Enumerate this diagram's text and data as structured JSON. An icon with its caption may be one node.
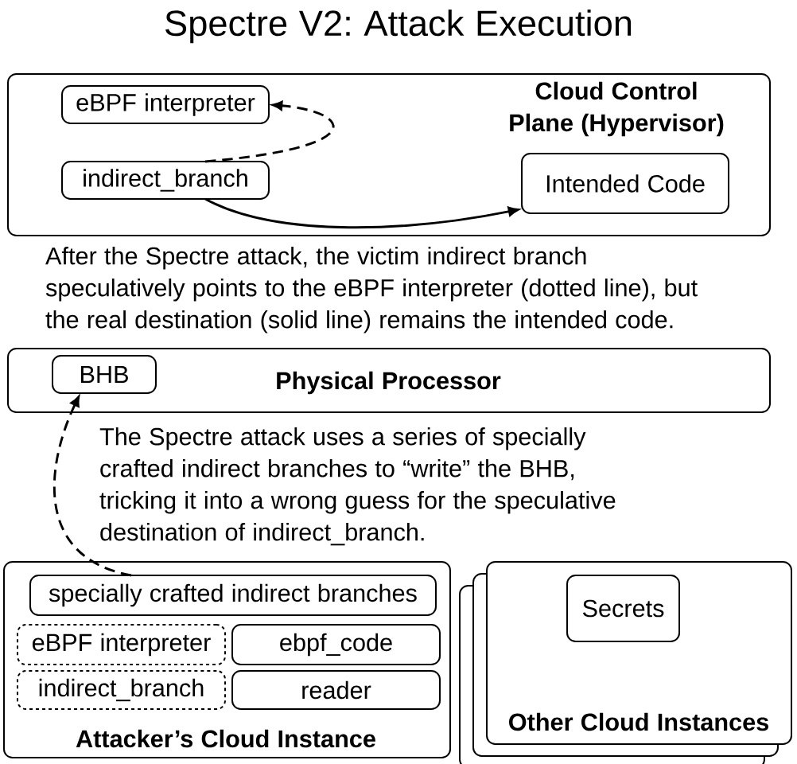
{
  "diagram": {
    "title": "Spectre V2: Attack Execution",
    "nodes": [
      {
        "text": [
          "Cloud Control Plane (Hypervisor)"
        ]
      },
      {
        "text": [
          "eBPF interpreter"
        ],
        "in": 0
      },
      {
        "text": [
          "indirect_branch"
        ],
        "in": 0
      },
      {
        "text": [
          "Intended Code"
        ],
        "in": 0
      },
      {
        "text": [
          "Physical Processor"
        ]
      },
      {
        "text": [
          "BHB"
        ],
        "in": 4
      },
      {
        "text": [
          "Attacker’s Cloud Instance"
        ]
      },
      {
        "text": [
          "specially crafted indirect branches"
        ],
        "in": 6
      },
      {
        "text": [
          "eBPF interpreter"
        ],
        "in": 6
      },
      {
        "text": [
          "ebpf_code"
        ],
        "in": 6
      },
      {
        "text": [
          "indirect_branch"
        ],
        "in": 6
      },
      {
        "text": [
          "reader"
        ],
        "in": 6
      },
      {
        "text": [
          "Other Cloud Instances"
        ]
      },
      {
        "text": [
          "Secrets"
        ],
        "in": 12
      }
    ],
    "edges": [
      {
        "from": 2,
        "to": 1,
        "arrow": "to",
        "style": "dashed"
      },
      {
        "from": 2,
        "to": 3,
        "arrow": "to"
      },
      {
        "from": 7,
        "to": 5,
        "arrow": "to",
        "style": "dashed"
      }
    ],
    "labels": [
      "After the Spectre attack, the victim indirect branch speculatively points to the eBPF interpreter (dotted line), but the real destination (solid line) remains the intended code.",
      "The Spectre attack uses a series of specially crafted indirect branches to “write” the BHB, tricking it into a wrong guess for the speculative destination of indirect_branch."
    ]
  }
}
